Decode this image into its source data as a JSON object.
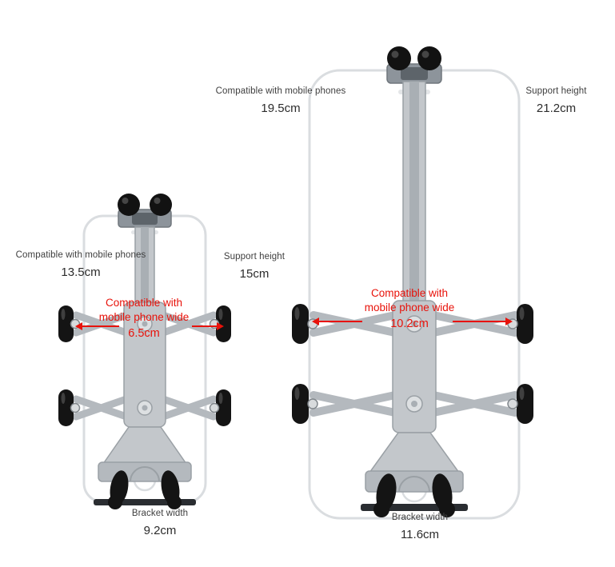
{
  "colors": {
    "accent_red": "#e8120a",
    "label_text": "#3e3e3e",
    "value_text": "#2c2c2c"
  },
  "small_mount": {
    "compatible_label": "Compatible with mobile phones",
    "compatible_value": "13.5cm",
    "support_label": "Support height",
    "support_value": "15cm",
    "width_label_line1": "Compatible with",
    "width_label_line2": "mobile phone wide",
    "width_value": "6.5cm",
    "bracket_label": "Bracket width",
    "bracket_value": "9.2cm"
  },
  "large_mount": {
    "compatible_label": "Compatible with mobile phones",
    "compatible_value": "19.5cm",
    "support_label": "Support height",
    "support_value": "21.2cm",
    "width_label_line1": "Compatible with",
    "width_label_line2": "mobile phone wide",
    "width_value": "10.2cm",
    "bracket_label": "Bracket width",
    "bracket_value": "11.6cm"
  }
}
